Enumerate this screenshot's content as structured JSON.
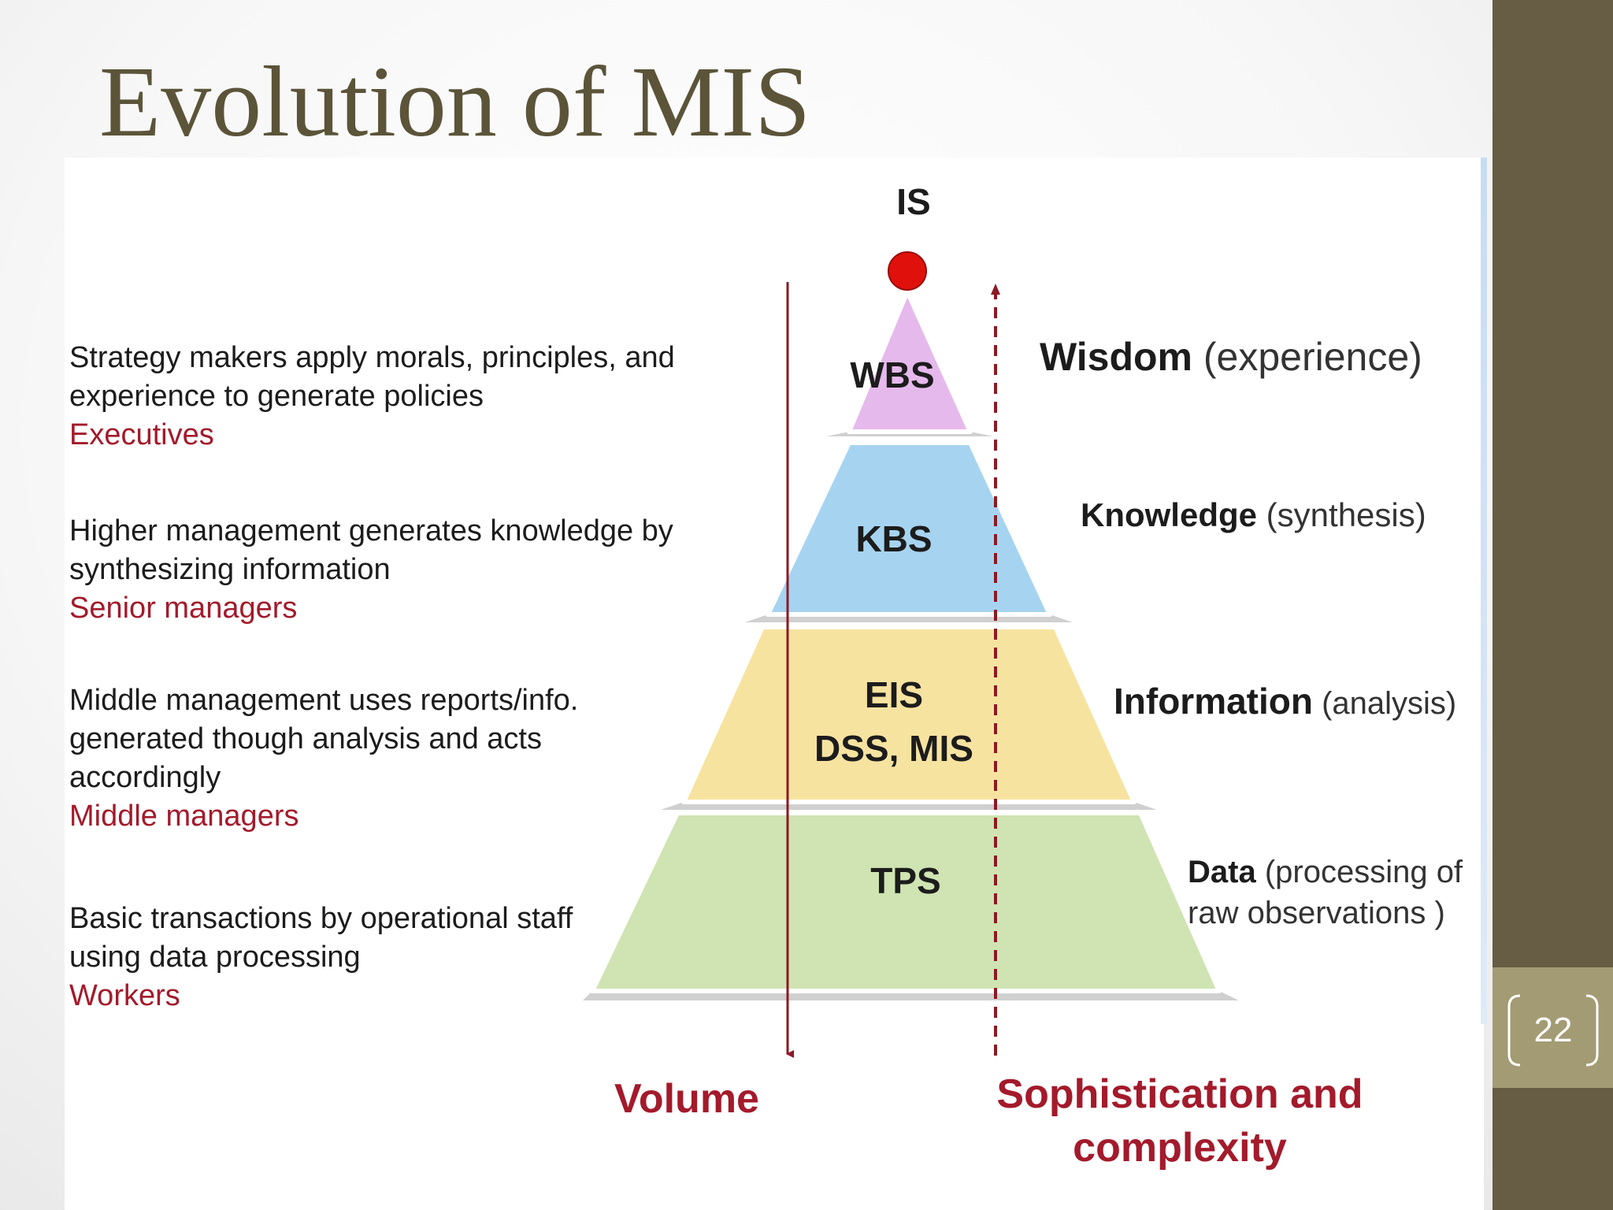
{
  "slide": {
    "title": "Evolution of MIS",
    "page_number": "22"
  },
  "colors": {
    "title": "#5b5439",
    "sidebar": "#665d44",
    "sidebar_accent": "#a39b74",
    "role_text": "#a31a2b",
    "apex_dot": "#e0110c",
    "tier_wbs": "#e6b9ec",
    "tier_kbs": "#a6d4f0",
    "tier_eis": "#f7e3a0",
    "tier_tps": "#cfe4b2"
  },
  "diagram": {
    "apex_label": "IS",
    "tiers": [
      {
        "label_lines": [
          "WBS"
        ],
        "description": "Strategy makers apply morals, principles, and experience to generate policies",
        "description_lines": [
          "Strategy makers apply morals, principles, and",
          "experience to generate policies"
        ],
        "role": "Executives",
        "term_bold": "Wisdom",
        "term_rest": " (experience)"
      },
      {
        "label_lines": [
          "KBS"
        ],
        "description_lines": [
          "Higher management generates knowledge by",
          "synthesizing information"
        ],
        "role": "Senior managers",
        "term_bold": "Knowledge",
        "term_rest": " (synthesis)"
      },
      {
        "label_lines": [
          "EIS",
          "DSS, MIS"
        ],
        "description_lines": [
          "Middle management uses reports/info.",
          "generated though analysis and acts",
          "accordingly"
        ],
        "role": "Middle managers",
        "term_bold": "Information",
        "term_rest": " (analysis)"
      },
      {
        "label_lines": [
          "TPS"
        ],
        "description_lines": [
          "Basic transactions by operational staff",
          "using data processing"
        ],
        "role": "Workers",
        "term_bold": "Data",
        "term_rest": " (processing of",
        "term_line2": "raw observations )"
      }
    ],
    "volume_label": "Volume",
    "sophistication_label_lines": [
      "Sophistication and",
      "complexity"
    ]
  }
}
